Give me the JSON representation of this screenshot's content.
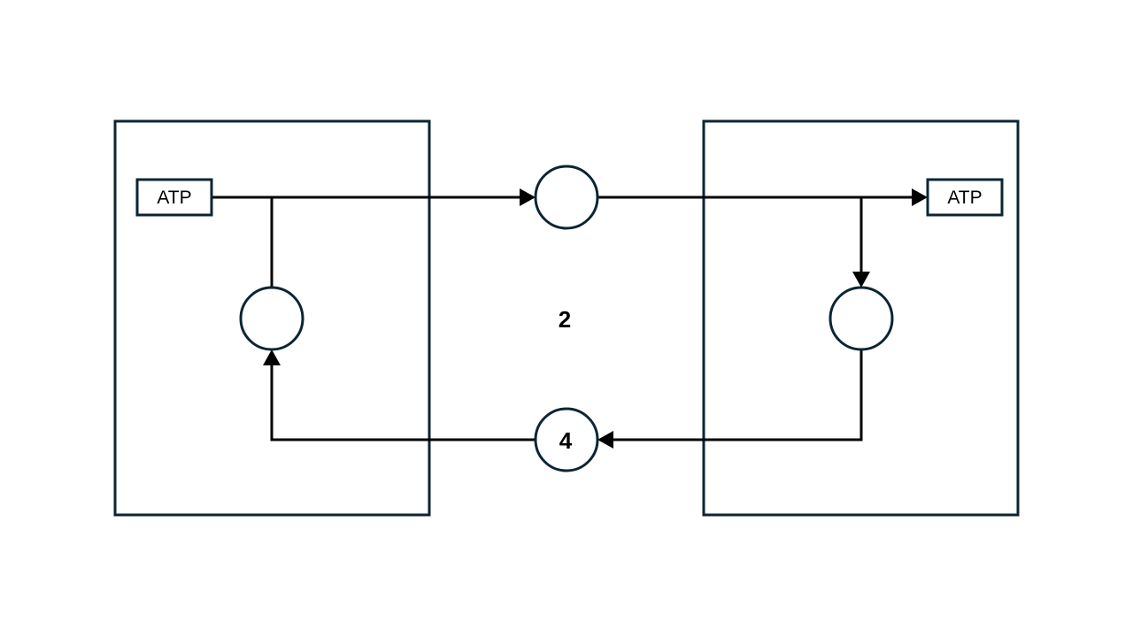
{
  "diagram": {
    "left_atp_label": "ATP",
    "right_atp_label": "ATP",
    "center_label": "2",
    "bottom_node_label": "4",
    "colors": {
      "outline": "#0b2533",
      "line": "#000000",
      "background": "#ffffff"
    }
  }
}
